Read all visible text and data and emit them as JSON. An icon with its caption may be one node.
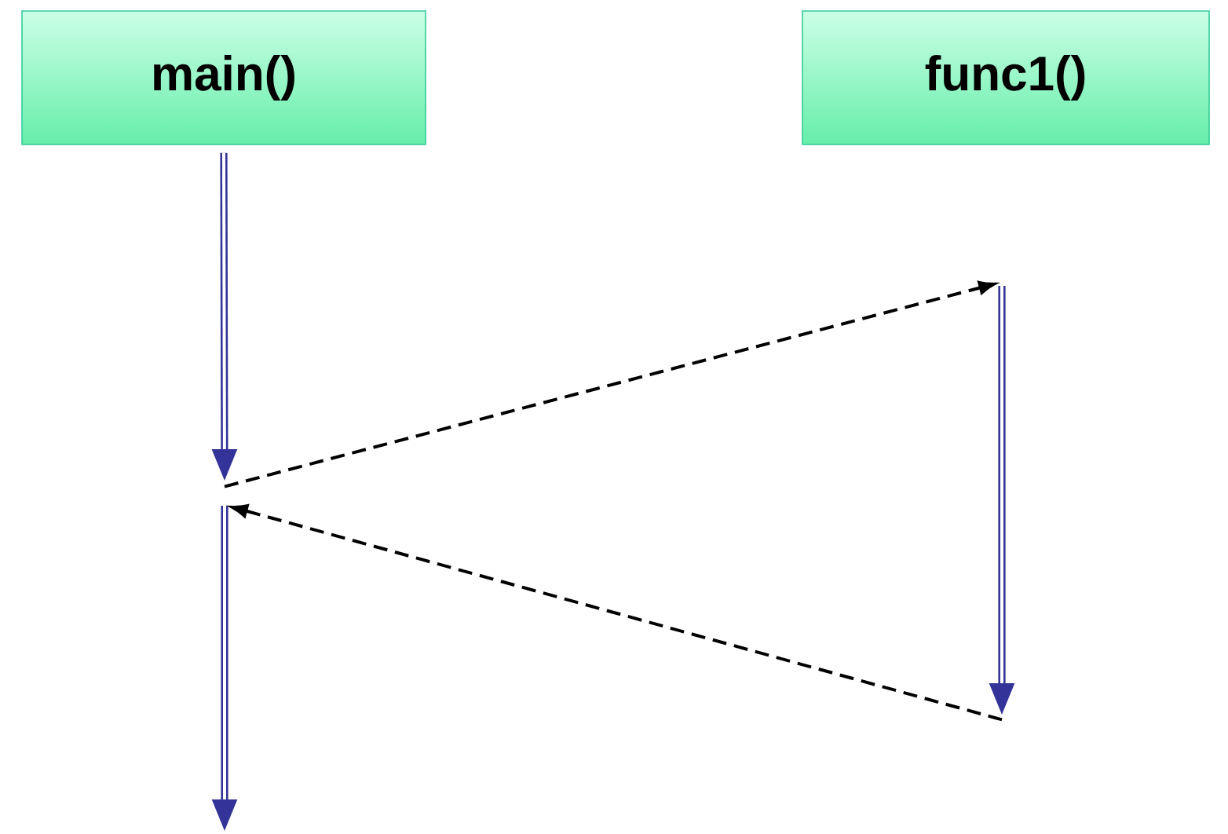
{
  "diagram": {
    "nodes": [
      {
        "text": [
          "main()"
        ]
      },
      {
        "text": [
          "func1()"
        ]
      },
      {
        "text": [],
        "shape": "bar"
      },
      {
        "text": [],
        "shape": "bar"
      }
    ],
    "edges": [
      {
        "from": 0,
        "to": null,
        "arrow": "to",
        "style": "thick",
        "color": "#333399"
      },
      {
        "from": 3,
        "to": 2,
        "arrow": "to",
        "style": "dashed"
      },
      {
        "from": 2,
        "to": 3,
        "arrow": "to",
        "style": "dashed"
      }
    ]
  }
}
